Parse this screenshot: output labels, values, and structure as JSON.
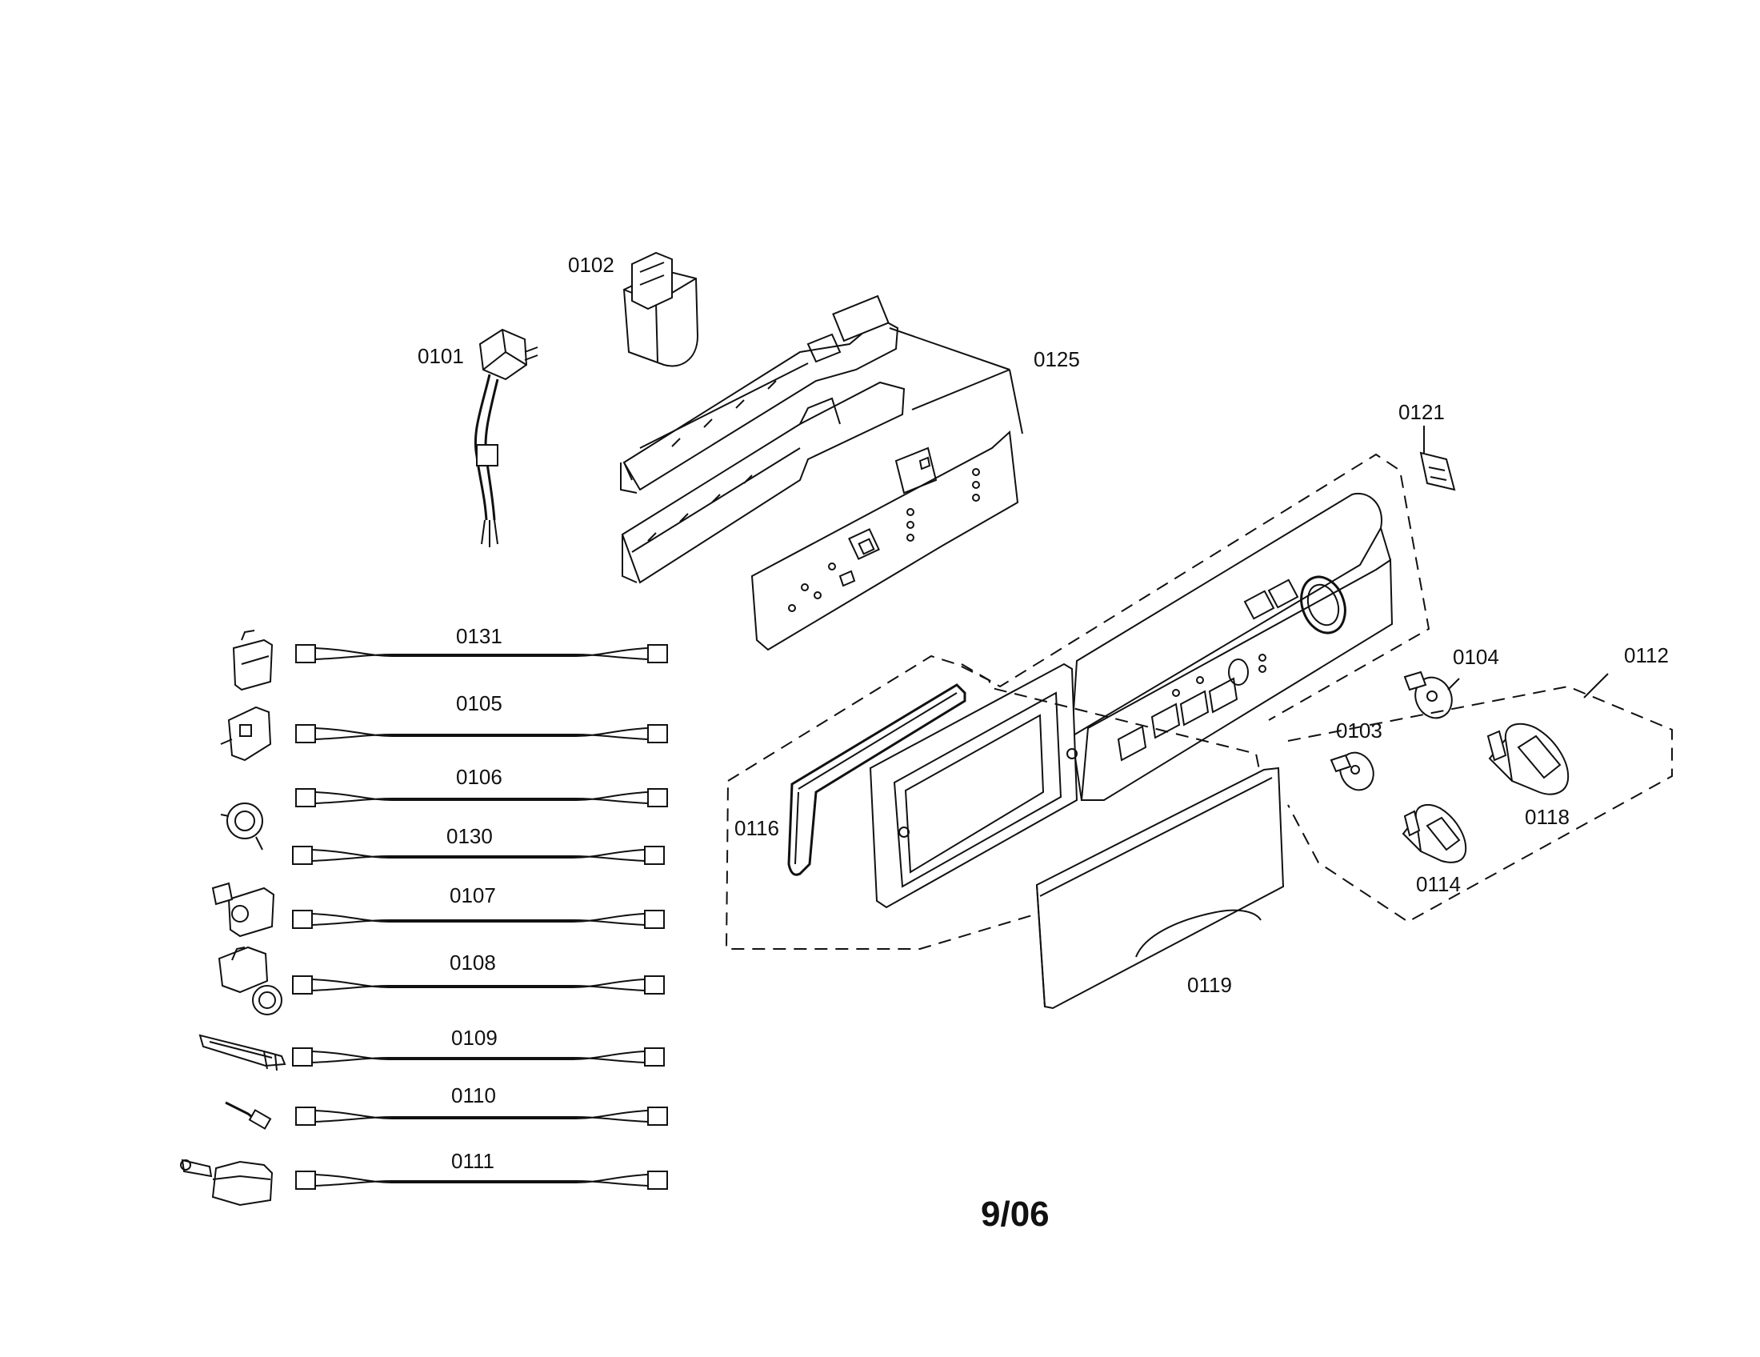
{
  "labels": {
    "p0101": "0101",
    "p0102": "0102",
    "p0125": "0125",
    "p0121": "0121",
    "p0131": "0131",
    "p0105": "0105",
    "p0106": "0106",
    "p0130": "0130",
    "p0107": "0107",
    "p0108": "0108",
    "p0109": "0109",
    "p0110": "0110",
    "p0111": "0111",
    "p0116": "0116",
    "p0119": "0119",
    "p0104": "0104",
    "p0103": "0103",
    "p0112": "0112",
    "p0118": "0118",
    "p0114": "0114"
  },
  "date_code": "9/06"
}
